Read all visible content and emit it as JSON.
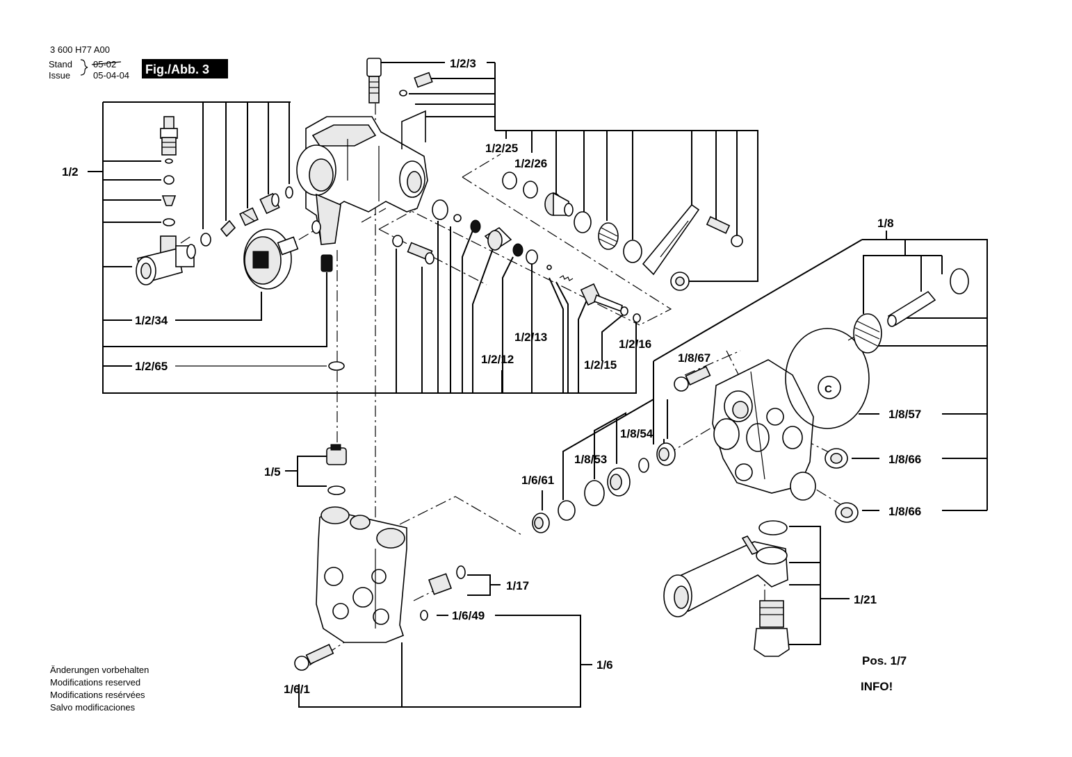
{
  "header": {
    "doc_number": "3 600 H77 A00",
    "stand_label": "Stand",
    "issue_label": "Issue",
    "stand_date_struck": "05-02",
    "issue_date": "05-04-04",
    "figure_badge": "Fig./Abb. 3"
  },
  "labels": {
    "p1_2_3": "1/2/3",
    "p1_2": "1/2",
    "p1_2_25": "1/2/25",
    "p1_2_26": "1/2/26",
    "p1_2_34": "1/2/34",
    "p1_2_65": "1/2/65",
    "p1_2_13": "1/2/13",
    "p1_2_12": "1/2/12",
    "p1_2_15": "1/2/15",
    "p1_2_16": "1/2/16",
    "p1_8": "1/8",
    "p1_8_67": "1/8/67",
    "p1_8_54": "1/8/54",
    "p1_8_53": "1/8/53",
    "p1_8_57": "1/8/57",
    "p1_8_66a": "1/8/66",
    "p1_8_66b": "1/8/66",
    "p1_6_61": "1/6/61",
    "p1_5": "1/5",
    "p1_17": "1/17",
    "p1_6_49": "1/6/49",
    "p1_6": "1/6",
    "p1_6_1": "1/6/1",
    "p1_21": "1/21",
    "pos": "Pos. 1/7",
    "info": "INFO!",
    "circle_c": "C"
  },
  "notes": [
    "Änderungen vorbehalten",
    "Modifications reserved",
    "Modifications resérvées",
    "Salvo modificaciones"
  ]
}
